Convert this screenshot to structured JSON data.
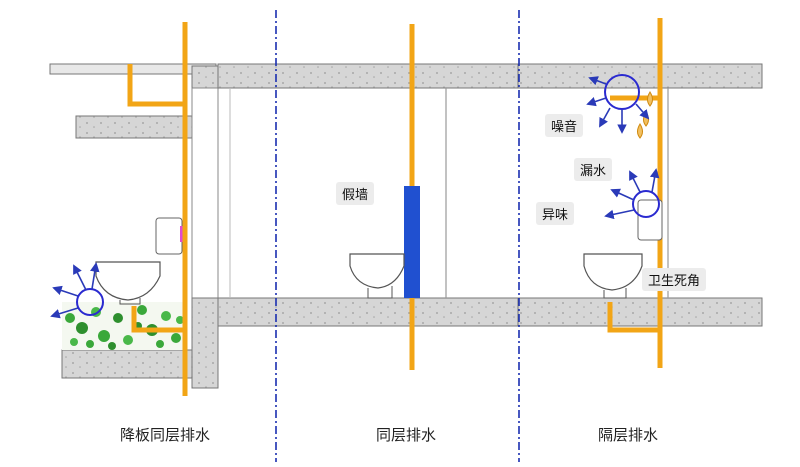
{
  "labels": {
    "false_wall": "假墙",
    "noise": "噪音",
    "leak": "漏水",
    "odor": "异味",
    "dead_corner": "卫生死角"
  },
  "captions": {
    "left": "降板同层排水",
    "middle": "同层排水",
    "right": "隔层排水"
  },
  "colors": {
    "pipe": "#f2a516",
    "false_wall": "#2050d0",
    "divider": "#1a2fb0",
    "circle": "#2a2ad0",
    "arrow": "#2a3ab8",
    "slab": "#d4d4d4",
    "gravel": "#3aa83a"
  }
}
